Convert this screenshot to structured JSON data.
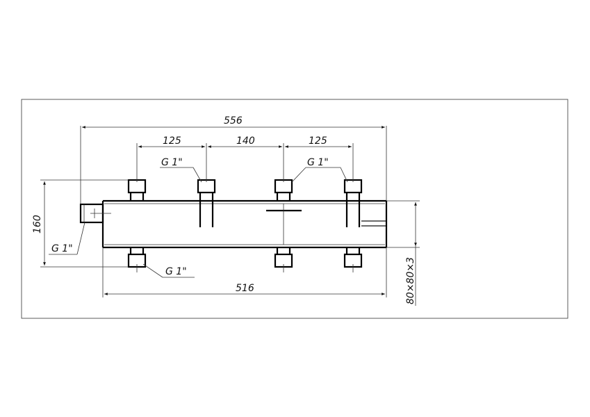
{
  "drawing": {
    "dimensions": {
      "overall_length": "556",
      "spacing_1": "125",
      "spacing_2": "140",
      "spacing_3": "125",
      "body_length": "516",
      "height": "160",
      "profile": "80×80×3"
    },
    "thread_labels": {
      "top_left": "G 1\"",
      "top_right": "G 1\"",
      "end_port": "G 1\"",
      "bottom": "G 1\""
    }
  }
}
